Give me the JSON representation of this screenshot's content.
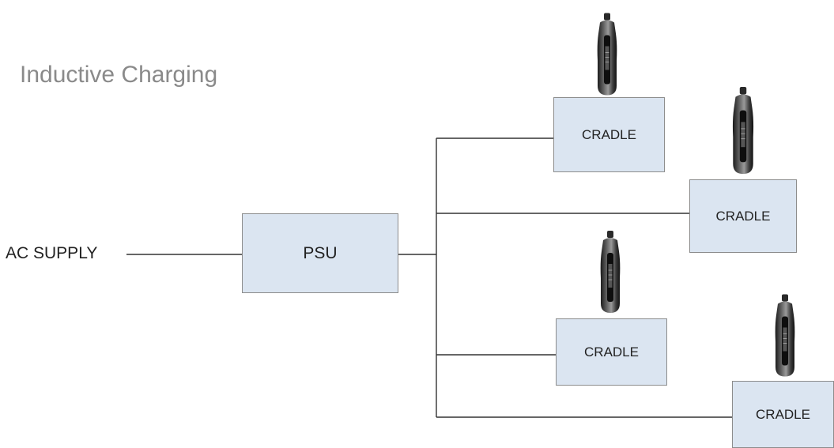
{
  "title": "Inductive Charging",
  "ac_supply_label": "AC SUPPLY",
  "psu_label": "PSU",
  "cradles": [
    "CRADLE",
    "CRADLE",
    "CRADLE",
    "CRADLE"
  ],
  "colors": {
    "box_fill": "#dbe5f1",
    "box_border": "#8c8c8c",
    "title": "#8a8a8a",
    "line": "#333333"
  },
  "icons": [
    "handheld-device-icon"
  ]
}
